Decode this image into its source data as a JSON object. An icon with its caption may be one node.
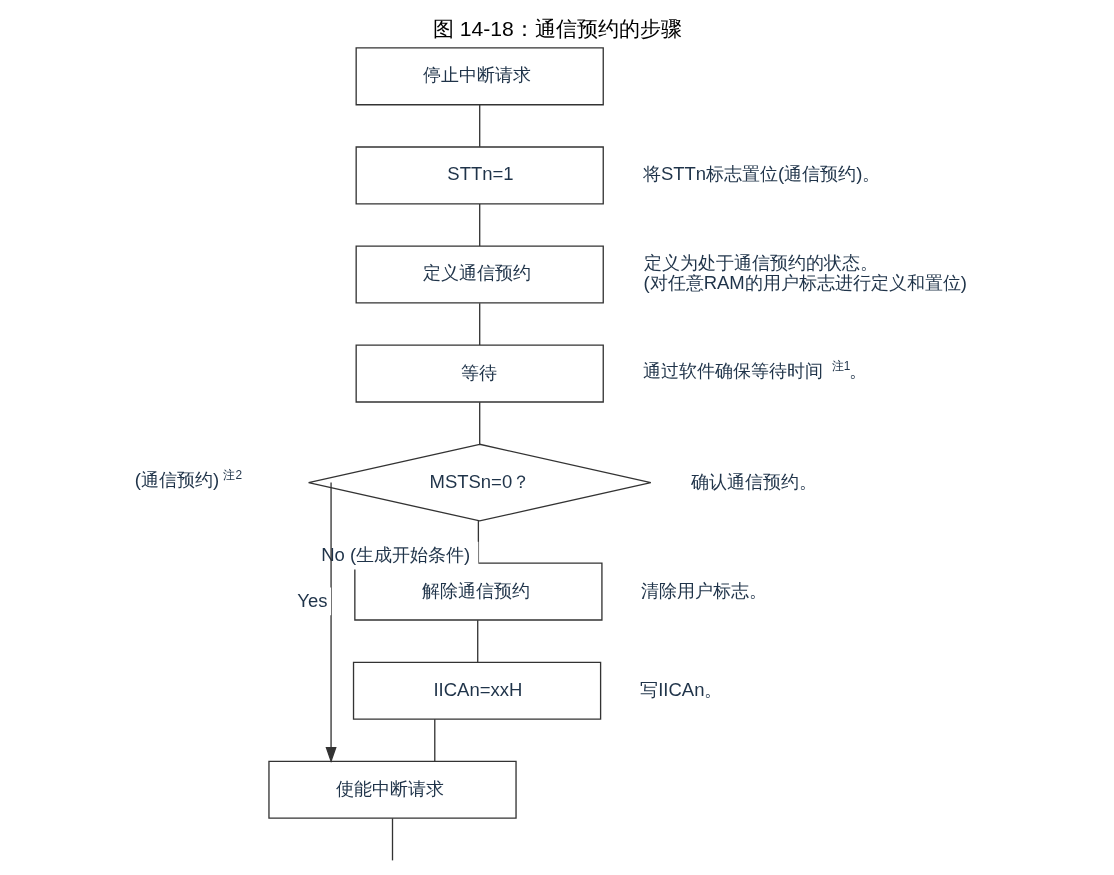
{
  "diagram": {
    "title": "图 14-18：通信预约的步骤",
    "nodes": [
      {
        "text": [
          "停止中断请求"
        ]
      },
      {
        "text": [
          "STTn=1"
        ],
        "beside": [
          "将STTn标志置位(通信预约)。"
        ]
      },
      {
        "text": [
          "定义通信预约"
        ],
        "beside": [
          "定义为处于通信预约的状态。",
          "(对任意RAM的用户标志进行定义和置位)"
        ]
      },
      {
        "text": [
          "等待"
        ],
        "beside": [
          "通过软件确保等待时间$^{注1}$。"
        ]
      },
      {
        "text": [
          "MSTSn=0？"
        ],
        "beside": [
          "确认通信预约。"
        ]
      },
      {
        "text": [
          "解除通信预约"
        ],
        "beside": [
          "清除用户标志。"
        ]
      },
      {
        "text": [
          "IICAn=xxH"
        ],
        "beside": [
          "写IICAn。"
        ]
      },
      {
        "text": [
          "使能中断请求"
        ]
      }
    ],
    "edges": [
      {
        "from": 0,
        "to": 1,
        "arrow": "none"
      },
      {
        "from": 1,
        "to": 2,
        "arrow": "none"
      },
      {
        "from": 2,
        "to": 3,
        "arrow": "none"
      },
      {
        "from": 3,
        "to": 4,
        "arrow": "none"
      },
      {
        "from": 4,
        "to": 5,
        "arrow": "none",
        "label": "No (生成开始条件)"
      },
      {
        "from": 5,
        "to": 6,
        "arrow": "none"
      },
      {
        "from": 6,
        "to": 7,
        "arrow": "none"
      },
      {
        "from": 4,
        "to": 7,
        "arrow": "to",
        "label": "Yes"
      },
      {
        "from": 7,
        "to": null,
        "arrow": "none"
      }
    ],
    "labels": [
      "(通信预约)$^{注2}$"
    ]
  }
}
